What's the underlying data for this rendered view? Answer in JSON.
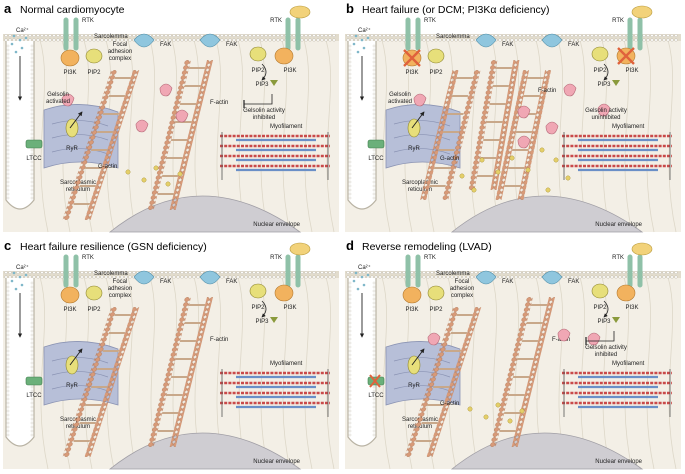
{
  "panels": [
    {
      "letter": "a",
      "title": "Normal cardiomyocyte",
      "labels": {
        "ca": "Ca²⁺",
        "rtk_left": "RTK",
        "sarcolemma": "Sarcolemma",
        "pi3k_left": "PI3K",
        "pip2_left": "PIP2",
        "focal": [
          "Focal",
          "adhesion",
          "complex"
        ],
        "fak_left": "FAK",
        "fak_right": "FAK",
        "rtk_right": "RTK",
        "pip2_right": "PIP2",
        "pi3k_right": "PI3K",
        "pip3": "PIP3",
        "gelsolin": [
          "Gelsolin",
          "activated"
        ],
        "gelsolin_activity": [
          "Gelsolin activity",
          "inhibited"
        ],
        "factin": "F-actin",
        "gactin": "G-actin",
        "ltcc": "LTCC",
        "ryr": "RyR",
        "myofilament": "Myofilament",
        "sr": [
          "Sarcoplasmic",
          "reticulum"
        ],
        "nuclear": "Nuclear envelope"
      }
    },
    {
      "letter": "b",
      "title": "Heart failure (or DCM; PI3Kα deficiency)",
      "labels": {
        "ca": "Ca²⁺",
        "rtk_left": "RTK",
        "sarcolemma": "Sarcolemma",
        "pi3k_left": "PI3K",
        "pip2_left": "PIP2",
        "fak_left": "FAK",
        "fak_right": "FAK",
        "rtk_right": "RTK",
        "pip2_right": "PIP2",
        "pi3k_right": "PI3K",
        "pip3": "PIP3",
        "gelsolin": [
          "Gelsolin",
          "activated"
        ],
        "gelsolin_activity": [
          "Gelsolin activity",
          "uninhibited"
        ],
        "factin": "F-actin",
        "gactin": "G-actin",
        "ltcc": "LTCC",
        "ryr": "RyR",
        "myofilament": "Myofilament",
        "sr": [
          "Sarcoplasmic",
          "reticulum"
        ],
        "nuclear": "Nuclear envelope"
      }
    },
    {
      "letter": "c",
      "title": "Heart failure resilience (GSN deficiency)",
      "labels": {
        "ca": "Ca²⁺",
        "rtk_left": "RTK",
        "sarcolemma": "Sarcolemma",
        "pi3k_left": "PI3K",
        "pip2_left": "PIP2",
        "focal": [
          "Focal",
          "adhesion",
          "complex"
        ],
        "fak_left": "FAK",
        "fak_right": "FAK",
        "rtk_right": "RTK",
        "pip2_right": "PIP2",
        "pi3k_right": "PI3K",
        "pip3": "PIP3",
        "factin": "F-actin",
        "ltcc": "LTCC",
        "ryr": "RyR",
        "myofilament": "Myofilament",
        "sr": [
          "Sarcoplasmic",
          "reticulum"
        ],
        "nuclear": "Nuclear envelope"
      }
    },
    {
      "letter": "d",
      "title": "Reverse remodeling (LVAD)",
      "labels": {
        "ca": "Ca²⁺",
        "rtk_left": "RTK",
        "sarcolemma": "Sarcolemma",
        "pi3k_left": "PI3K",
        "pip2_left": "PIP2",
        "focal": [
          "Focal",
          "adhesion",
          "complex"
        ],
        "fak_left": "FAK",
        "fak_right": "FAK",
        "rtk_right": "RTK",
        "pip2_right": "PIP2",
        "pi3k_right": "PI3K",
        "pip3": "PIP3",
        "gelsolin_activity": [
          "Gelsolin activity",
          "inhibited"
        ],
        "factin": "F-actin",
        "gactin": "G-actin",
        "ltcc": "LTCC",
        "ryr": "RyR",
        "myofilament": "Myofilament",
        "sr": [
          "Sarcoplasmic",
          "reticulum"
        ],
        "nuclear": "Nuclear envelope"
      }
    }
  ],
  "colors": {
    "cytoplasm": "#f3efe6",
    "membrane": "#e2dccd",
    "nucleus": "#cfcdd2",
    "rtk": "#8fc1a8",
    "rtk_ligand": "#f2d27a",
    "pi3k": "#f2b25e",
    "pip2": "#e7df7a",
    "fak": "#8fc6de",
    "gelsolin": "#f0a7b4",
    "actin": "#d89a78",
    "gactin": "#e4cf6a",
    "myo_red": "#c94a4a",
    "myo_blue": "#6a8fc7",
    "ltcc": "#6bb07a",
    "sr": "#b7bfd8",
    "inhibit_x": "#e0623c",
    "pip3_triangle": "#8a9a3c"
  }
}
